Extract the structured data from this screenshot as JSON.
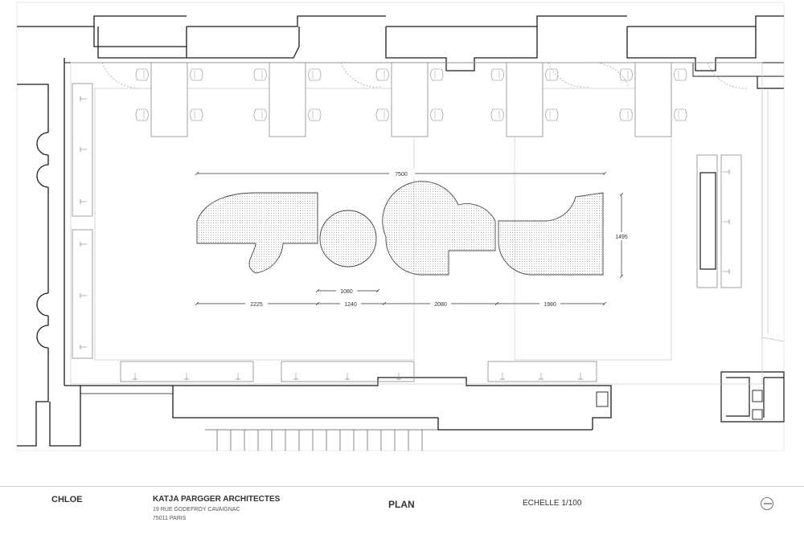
{
  "dimensions": {
    "overall_width": "7500",
    "depth": "1495",
    "top_circle": "1080",
    "seg_1": "2225",
    "seg_2": "1240",
    "seg_3": "2080",
    "seg_4": "1980"
  },
  "title_block": {
    "project": "CHLOE",
    "firm": "KATJA PARGGER ARCHITECTES",
    "address_line1": "19 RUE GODEFROY CAVAIGNAC",
    "address_line2": "75011 PARIS",
    "drawing_title": "PLAN",
    "scale": "ECHELLE 1/100"
  },
  "icons": {
    "north_arrow": "north-arrow-icon",
    "chair": "chair-icon",
    "table": "table-icon"
  },
  "colors": {
    "wall": "#1a1a1a",
    "line": "#555555",
    "light_line": "#bbbbbb",
    "hatch": "#8a8a8a"
  }
}
